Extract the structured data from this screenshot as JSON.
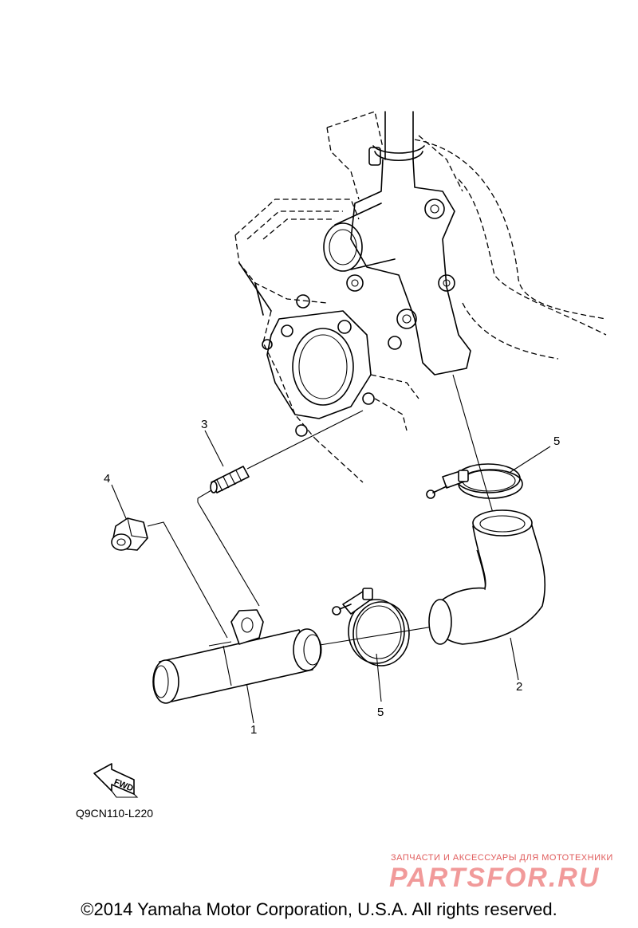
{
  "diagram": {
    "callouts": {
      "c1": "1",
      "c2": "2",
      "c3": "3",
      "c4": "4",
      "c5a": "5",
      "c5b": "5"
    },
    "fwd_label": "FWD",
    "figure_code": "Q9CN110-L220"
  },
  "watermark": {
    "tagline": "ЗАПЧАСТИ И АКСЕССУАРЫ ДЛЯ МОТОТЕХНИКИ",
    "logo": "PARTSFOR.RU",
    "color": "#e05b5b"
  },
  "footer": {
    "copyright": "©2014 Yamaha Motor Corporation, U.S.A. All rights reserved."
  }
}
